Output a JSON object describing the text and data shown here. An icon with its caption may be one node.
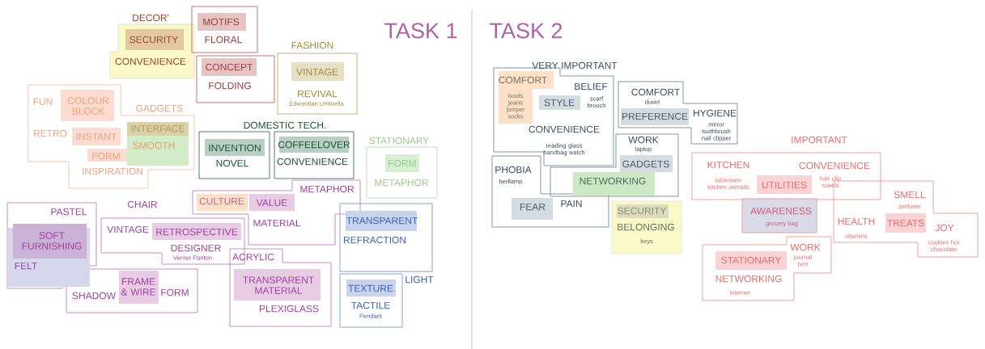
{
  "diagram": {
    "nodes": [
      {
        "text": [
          "DECOR'",
          "CONVENIENCE"
        ]
      },
      {
        "text": [
          "SECURITY"
        ],
        "in": 0
      },
      {
        "text": [
          "FLORAL"
        ]
      },
      {
        "text": [
          "MOTIFS"
        ],
        "in": 2
      },
      {
        "text": [
          "FOLDING"
        ]
      },
      {
        "text": [
          "CONCEPT"
        ],
        "in": 4
      },
      {
        "text": [
          "FASHION",
          "REVIVAL",
          "Edwardian Umbrella"
        ]
      },
      {
        "text": [
          "VINTAGE"
        ],
        "in": 6
      },
      {
        "text": [
          "GADGETS",
          "FUN",
          "RETRO",
          "INSPIRATION"
        ]
      },
      {
        "text": [
          "COLOUR BLOCK"
        ],
        "in": 8
      },
      {
        "text": [
          "INSTANT"
        ],
        "in": 8
      },
      {
        "text": [
          "FORM"
        ],
        "in": 8
      },
      {
        "text": [
          "SMOOTH"
        ],
        "in": 8
      },
      {
        "text": [
          "INTERFACE"
        ],
        "in": 12
      },
      {
        "text": [
          "NOVEL"
        ]
      },
      {
        "text": [
          "INVENTION"
        ],
        "in": 14
      },
      {
        "text": [
          "CONVENIENCE"
        ]
      },
      {
        "text": [
          "COFFEELOVER"
        ],
        "in": 16
      },
      {
        "text": [
          "STATIONARY",
          "METAPHOR"
        ]
      },
      {
        "text": [
          "FORM"
        ],
        "in": 18
      },
      {
        "text": [
          "METAPHOR",
          "MATERIAL"
        ]
      },
      {
        "text": [
          "CULTURE"
        ],
        "in": 20
      },
      {
        "text": [
          "VALUE"
        ],
        "in": 20
      },
      {
        "text": [
          "PASTEL"
        ]
      },
      {
        "text": [
          "FELT"
        ],
        "in": 23
      },
      {
        "text": [
          "SOFT FURNISHING"
        ],
        "in": 23
      },
      {
        "text": [
          "VINTAGE",
          "DESIGNER",
          "Verner Panton"
        ]
      },
      {
        "text": [
          "RETROSPECTIVE"
        ],
        "in": 26
      },
      {
        "text": [
          "SHADOW",
          "FORM"
        ]
      },
      {
        "text": [
          "FRAME & WIRE"
        ],
        "in": 28
      },
      {
        "text": [
          "ACRYLIC",
          "PLEXIGLASS"
        ]
      },
      {
        "text": [
          "TRANSPARENT MATERIAL"
        ],
        "in": 30
      },
      {
        "text": [
          "REFRACTION"
        ]
      },
      {
        "text": [
          "TRANSPARENT"
        ],
        "in": 32
      },
      {
        "text": [
          "TACTILE",
          "Pendant"
        ]
      },
      {
        "text": [
          "TEXTURE"
        ],
        "in": 34
      },
      {
        "text": [
          "BELIEF",
          "scarf brooch",
          "CONVENIENCE",
          "reading glass handbag watch"
        ]
      },
      {
        "text": [
          "COMFORT",
          "boots jeans jumper socks"
        ],
        "in": 36
      },
      {
        "text": [
          "STYLE"
        ],
        "in": 36
      },
      {
        "text": [
          "COMFORT",
          "duvet",
          "HYGIENE",
          "mirror toothbrush nail clipper"
        ]
      },
      {
        "text": [
          "PREFERENCE"
        ],
        "in": 39
      },
      {
        "text": [
          "WORK",
          "laptop"
        ]
      },
      {
        "text": [
          "GADGETS"
        ],
        "in": 41
      },
      {
        "text": [
          "NETWORKING"
        ],
        "in": 41
      },
      {
        "text": [
          "PHOBIA",
          "bedlamp",
          "PAIN"
        ]
      },
      {
        "text": [
          "FEAR"
        ],
        "in": 44
      },
      {
        "text": [
          "BELONGING",
          "keys"
        ]
      },
      {
        "text": [
          "SECURITY"
        ],
        "in": 46
      },
      {
        "text": [
          "KITCHEN",
          "tableware kitchen utensils",
          "CONVENIENCE",
          "hair clip towels"
        ]
      },
      {
        "text": [
          "UTILITIES"
        ],
        "in": 48
      },
      {
        "text": [
          "AWARENESS",
          "grocery bag"
        ]
      },
      {
        "text": [
          "SMELL",
          "perfume",
          "HEALTH",
          "vitamins",
          "JOY",
          "cookies hot chocolate"
        ]
      },
      {
        "text": [
          "TREATS"
        ],
        "in": 51
      },
      {
        "text": [
          "WORK",
          "journal pen",
          "NETWORKING",
          "internet"
        ]
      },
      {
        "text": [
          "STATIONARY"
        ],
        "in": 53
      }
    ],
    "labels": [
      "TASK 1",
      "TASK 2",
      "DOMESTIC TECH.",
      "CHAIR",
      "LIGHT",
      "VERY IMPORTANT",
      "IMPORTANT"
    ]
  }
}
